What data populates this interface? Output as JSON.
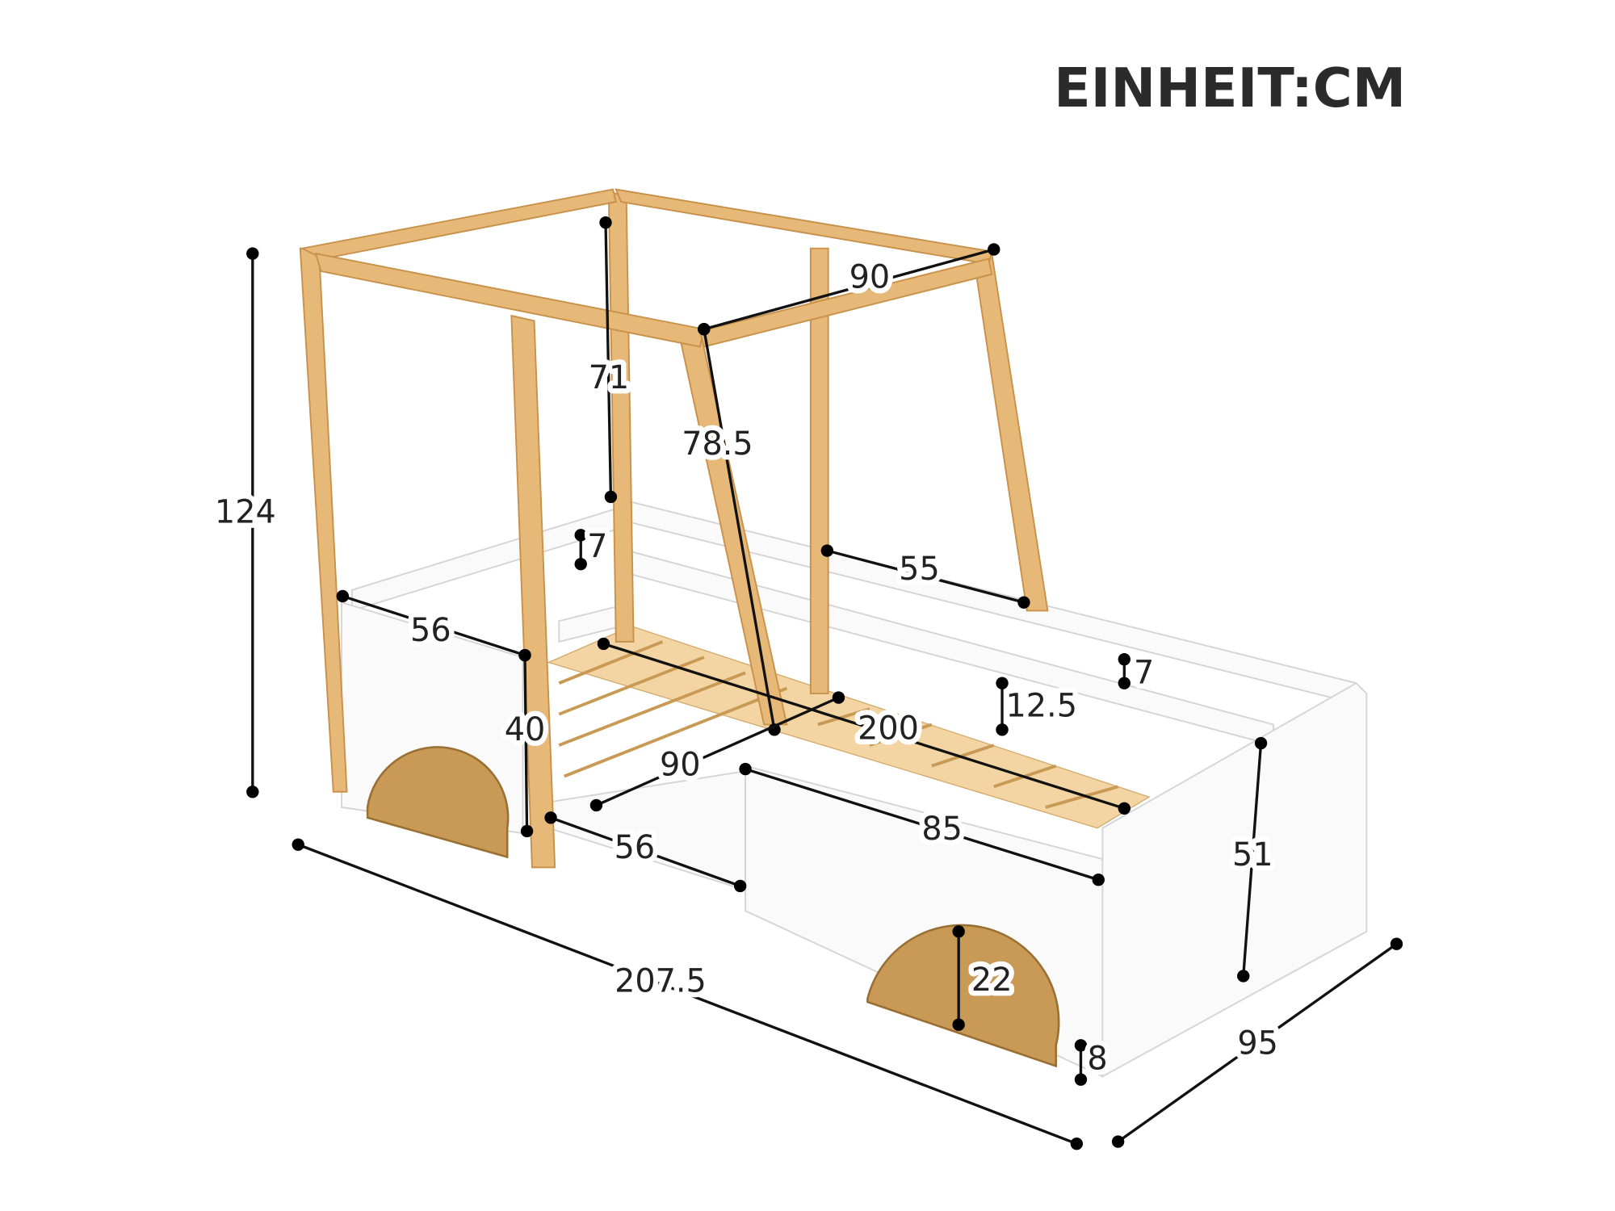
{
  "title": "EINHEIT:CM",
  "dimensions": {
    "total_height": "124",
    "canopy_height": "71",
    "canopy_width": "90",
    "front_post": "78.5",
    "rail_gap_left": "7",
    "rail_side_length": "55",
    "head_panel_width": "56",
    "head_panel_height": "40",
    "rail_gap_right": "7",
    "rail_height": "12.5",
    "mattress_length": "200",
    "mattress_width": "90",
    "side_panel_length": "85",
    "foot_step_width": "56",
    "foot_panel_height": "51",
    "wheel_height": "22",
    "ground_clearance": "8",
    "total_length": "207.5",
    "total_width": "95"
  },
  "colors": {
    "wood": "#e6b979",
    "panel": "#fafafa",
    "line": "#111111"
  }
}
